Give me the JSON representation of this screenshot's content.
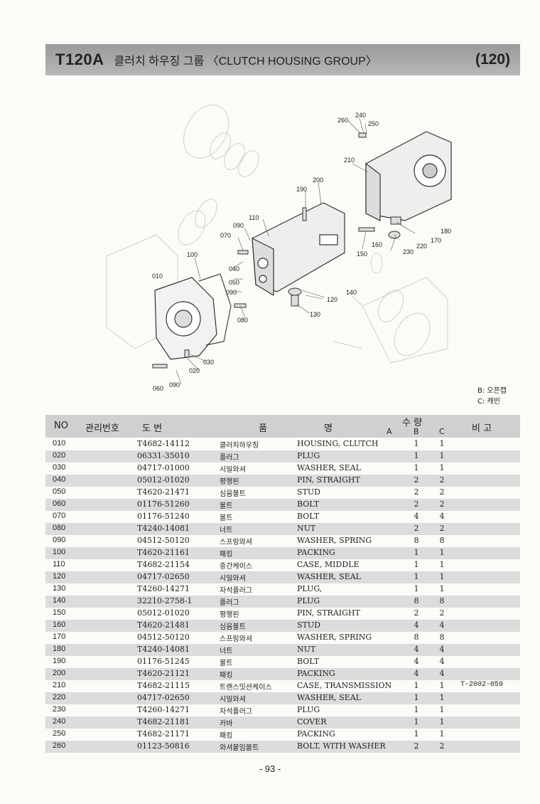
{
  "header": {
    "code": "T120A",
    "title": "클러치 하우징 그룹 〈CLUTCH HOUSING GROUP〉",
    "page_ref": "(120)"
  },
  "diagram_labels": [
    "260",
    "240",
    "250",
    "210",
    "200",
    "190",
    "110",
    "090",
    "070",
    "100",
    "040",
    "050",
    "090",
    "080",
    "010",
    "180",
    "170",
    "220",
    "160",
    "230",
    "150",
    "140",
    "120",
    "130",
    "030",
    "020",
    "090",
    "060"
  ],
  "legend": {
    "b": "B: 오픈캡",
    "c": "C: 캐빈"
  },
  "table": {
    "headers": {
      "no": "NO",
      "mgmt": "관리번호",
      "drawing": "도 번",
      "name_part1": "품",
      "name_part2": "명",
      "qty": "수 량",
      "qty_a": "A",
      "qty_b": "B",
      "qty_c": "C",
      "remark": "비 고"
    },
    "rows": [
      {
        "no": "010",
        "part": "T4682-14112",
        "ko": "클러치하우징",
        "en": "HOUSING, CLUTCH",
        "b": "1",
        "c": "1",
        "remark": ""
      },
      {
        "no": "020",
        "part": "06331-35010",
        "ko": "플러그",
        "en": "PLUG",
        "b": "1",
        "c": "1",
        "remark": ""
      },
      {
        "no": "030",
        "part": "04717-01000",
        "ko": "시일와셔",
        "en": "WASHER, SEAL",
        "b": "1",
        "c": "1",
        "remark": ""
      },
      {
        "no": "040",
        "part": "05012-01020",
        "ko": "평행핀",
        "en": "PIN, STRAIGHT",
        "b": "2",
        "c": "2",
        "remark": ""
      },
      {
        "no": "050",
        "part": "T4620-21471",
        "ko": "심음볼트",
        "en": "STUD",
        "b": "2",
        "c": "2",
        "remark": ""
      },
      {
        "no": "060",
        "part": "01176-51260",
        "ko": "볼트",
        "en": "BOLT",
        "b": "2",
        "c": "2",
        "remark": ""
      },
      {
        "no": "070",
        "part": "01176-51240",
        "ko": "볼트",
        "en": "BOLT",
        "b": "4",
        "c": "4",
        "remark": ""
      },
      {
        "no": "080",
        "part": "T4240-14081",
        "ko": "너트",
        "en": "NUT",
        "b": "2",
        "c": "2",
        "remark": ""
      },
      {
        "no": "090",
        "part": "04512-50120",
        "ko": "스프링와셔",
        "en": "WASHER, SPRING",
        "b": "8",
        "c": "8",
        "remark": ""
      },
      {
        "no": "100",
        "part": "T4620-21161",
        "ko": "패킹",
        "en": "PACKING",
        "b": "1",
        "c": "1",
        "remark": ""
      },
      {
        "no": "110",
        "part": "T4682-21154",
        "ko": "중간케이스",
        "en": "CASE, MIDDLE",
        "b": "1",
        "c": "1",
        "remark": ""
      },
      {
        "no": "120",
        "part": "04717-02650",
        "ko": "시일와셔",
        "en": "WASHER, SEAL",
        "b": "1",
        "c": "1",
        "remark": ""
      },
      {
        "no": "130",
        "part": "T4260-14271",
        "ko": "자석플러그",
        "en": "PLUG,",
        "b": "1",
        "c": "1",
        "remark": ""
      },
      {
        "no": "140",
        "part": "32210-2758-1",
        "ko": "플러그",
        "en": "PLUG",
        "b": "8",
        "c": "8",
        "remark": ""
      },
      {
        "no": "150",
        "part": "05012-01020",
        "ko": "평행핀",
        "en": "PIN, STRAIGHT",
        "b": "2",
        "c": "2",
        "remark": ""
      },
      {
        "no": "160",
        "part": "T4620-21481",
        "ko": "심음볼트",
        "en": "STUD",
        "b": "4",
        "c": "4",
        "remark": ""
      },
      {
        "no": "170",
        "part": "04512-50120",
        "ko": "스프링와셔",
        "en": "WASHER, SPRING",
        "b": "8",
        "c": "8",
        "remark": ""
      },
      {
        "no": "180",
        "part": "T4240-14081",
        "ko": "너트",
        "en": "NUT",
        "b": "4",
        "c": "4",
        "remark": ""
      },
      {
        "no": "190",
        "part": "01176-51245",
        "ko": "볼트",
        "en": "BOLT",
        "b": "4",
        "c": "4",
        "remark": ""
      },
      {
        "no": "200",
        "part": "T4620-21121",
        "ko": "패킹",
        "en": "PACKING",
        "b": "4",
        "c": "4",
        "remark": ""
      },
      {
        "no": "210",
        "part": "T4682-21115",
        "ko": "트랜스밋션케이스",
        "en": "CASE, TRANSMISSION",
        "b": "1",
        "c": "1",
        "remark": "T-2002-059"
      },
      {
        "no": "220",
        "part": "04717-02650",
        "ko": "시일와셔",
        "en": "WASHER, SEAL",
        "b": "1",
        "c": "1",
        "remark": ""
      },
      {
        "no": "230",
        "part": "T4260-14271",
        "ko": "자석플러그",
        "en": "PLUG",
        "b": "1",
        "c": "1",
        "remark": ""
      },
      {
        "no": "240",
        "part": "T4682-21181",
        "ko": "카바",
        "en": "COVER",
        "b": "1",
        "c": "1",
        "remark": ""
      },
      {
        "no": "250",
        "part": "T4682-21171",
        "ko": "패킹",
        "en": "PACKING",
        "b": "1",
        "c": "1",
        "remark": ""
      },
      {
        "no": "260",
        "part": "01123-50816",
        "ko": "와셔붙임볼트",
        "en": "BOLT, WITH WASHER",
        "b": "2",
        "c": "2",
        "remark": ""
      }
    ]
  },
  "footer": {
    "page_number": "- 93 -"
  }
}
